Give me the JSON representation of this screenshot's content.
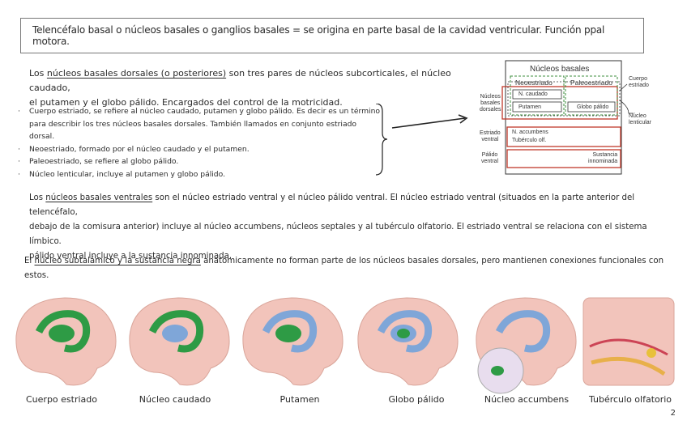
{
  "title": "Telencéfalo basal o núcleos basales o ganglios basales = se origina en parte basal de la cavidad ventricular. Función ppal motora.",
  "dorsal": {
    "intro_a": "Los ",
    "intro_term": "núcleos basales dorsales (o posteriores)",
    "intro_b": " son tres pares de núcleos subcorticales, el núcleo caudado,",
    "line2_a": "el putamen y el globo pálido. ",
    "line2_b": "Encargados del control de la motricidad."
  },
  "bullets": [
    "Cuerpo estriado, se refiere al núcleo caudado, putamen y globo pálido. Es decir es un término",
    "para describir los tres núcleos basales dorsales. También llamados en conjunto estriado dorsal.",
    "Neoestriado, formado por el núcleo caudado y el putamen.",
    "Paleoestriado, se refiere al globo pálido.",
    "Núcleo lenticular, incluye al putamen y globo pálido."
  ],
  "ventral": {
    "intro_a": "Los ",
    "intro_term": "núcleos basales ventrales",
    "line1_b": " son el núcleo estriado ventral y el núcleo pálido ventral. El núcleo estriado ventral (situados en la parte anterior del telencéfalo,",
    "line2": "debajo de la comisura anterior) incluye al núcleo accumbens, núcleos septales y al tubérculo olfatorio. El estriado ventral se relaciona con el sistema límbico.",
    "line3": "pálido ventral incluye a la sustancia innominada."
  },
  "subthalamic": {
    "a": "El ",
    "term": "núcleo subtalámico y la sustancia negra",
    "b": " anatómicamente no forman parte de los núcleos basales dorsales, pero mantienen conexiones funcionales con estos."
  },
  "diagram": {
    "title": "Núcleos basales",
    "neoestriado": "Neoestriado",
    "paleoestriado": "Paleoestriado",
    "n_caudado": "N. caudado",
    "putamen": "Putamen",
    "globo_palido": "Globo pálido",
    "cuerpo_estriado": "Cuerpo\nestriado",
    "nucleo_lenticular": "Núcleo\nlenticular",
    "nucleos_basales_dorsales": "Núcleos\nbasales\ndorsales",
    "estriado_ventral": "Estriado\nventral",
    "n_accumbens": "N. accumbens",
    "tuberculo_olf": "Tubérculo olf.",
    "palido_ventral": "Pálido\nventral",
    "sustancia_innominada": "Sustancia\ninnominada"
  },
  "brain_captions": [
    "Cuerpo estriado",
    "Núcleo caudado",
    "Putamen",
    "Globo pálido",
    "Núcleo accumbens",
    "Tubérculo olfatorio"
  ],
  "page_number": "2",
  "colors": {
    "red": "#c0392b",
    "green_dash": "#3f8f3f",
    "brain_pink": "#f2c4bb",
    "brain_green": "#2e9b45",
    "brain_blue": "#7fa6d8"
  }
}
